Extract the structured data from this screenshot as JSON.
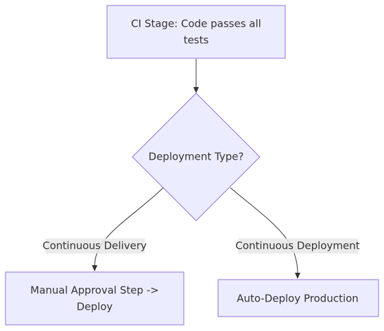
{
  "nodes": {
    "ci_stage": {
      "line1": "CI Stage: Code passes all",
      "line2": "tests"
    },
    "decision": {
      "label": "Deployment Type?"
    },
    "manual": {
      "line1": "Manual Approval Step ->",
      "line2": "Deploy"
    },
    "auto": {
      "label": "Auto-Deploy Production"
    }
  },
  "edges": {
    "delivery_label": "Continuous Delivery",
    "deployment_label": "Continuous Deployment"
  },
  "colors": {
    "node_fill": "#ececff",
    "node_stroke": "#9370db",
    "edge_stroke": "#333333",
    "text": "#333333",
    "edge_label_bg": "#e8e8e8"
  }
}
